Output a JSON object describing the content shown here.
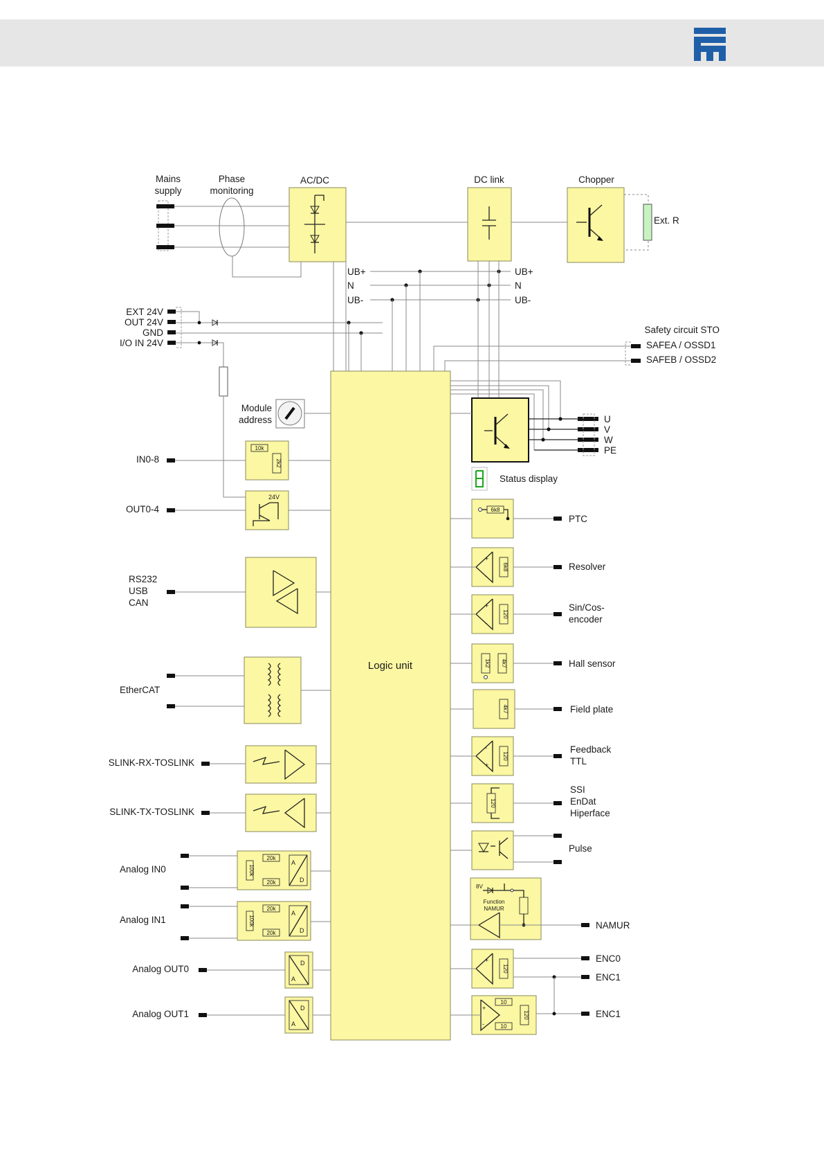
{
  "header": {
    "logo_icon": "company-logo-icon",
    "background": "#e6e6e6",
    "logo_color": "#1f5fa8"
  },
  "colors": {
    "block_fill": "#fbf7a2",
    "resistor_green": "#c9f2c1",
    "status_green": "#18a818"
  },
  "top": {
    "mains_supply": [
      "Mains",
      "supply"
    ],
    "phase_monitoring": [
      "Phase",
      "monitoring"
    ],
    "acdc": "AC/DC",
    "dc_link": "DC link",
    "chopper": "Chopper",
    "ext_r": "Ext. R"
  },
  "bus": {
    "ub_plus": "UB+",
    "n": "N",
    "ub_minus": "UB-",
    "ub_plus_r": "UB+",
    "n_r": "N",
    "ub_minus_r": "UB-"
  },
  "power_io": {
    "ext24": "EXT 24V",
    "out24": "OUT 24V",
    "gnd": "GND",
    "ioin24": "I/O IN 24V"
  },
  "safety": {
    "title": "Safety circuit STO",
    "safea": "SAFEA / OSSD1",
    "safeb": "SAFEB / OSSD2"
  },
  "module_address": [
    "Module",
    "address"
  ],
  "logic_unit": "Logic unit",
  "left_io": {
    "in08": "IN0-8",
    "in_r1": "10k",
    "in_r2": "2k2",
    "out04": "OUT0-4",
    "out_v": "24V",
    "rs232": "RS232",
    "usb": "USB",
    "can": "CAN",
    "ethercat": "EtherCAT",
    "slink_rx": "SLINK-RX-TOSLINK",
    "slink_tx": "SLINK-TX-TOSLINK",
    "ain0": "Analog IN0",
    "ain1": "Analog IN1",
    "ain_r1": "20k",
    "ain_r2": "20k",
    "ain_r3": "100k",
    "aout0": "Analog OUT0",
    "aout1": "Analog OUT1",
    "adc_a": "A",
    "adc_d": "D"
  },
  "motor": {
    "u": "U",
    "v": "V",
    "w": "W",
    "pe": "PE"
  },
  "status_display": "Status display",
  "right_io": {
    "ptc": "PTC",
    "ptc_r": "6k8",
    "resolver": "Resolver",
    "resolver_r": "6k8",
    "sincos": [
      "Sin/Cos-",
      "encoder"
    ],
    "sincos_r": "120",
    "hall": "Hall sensor",
    "hall_r1": "1k2",
    "hall_r2": "4k7",
    "field": "Field plate",
    "field_r": "4k7",
    "feedback": [
      "Feedback",
      "TTL"
    ],
    "feedback_r": "120",
    "ssi": [
      "SSI",
      "EnDat",
      "Hiperface"
    ],
    "ssi_r": "120",
    "pulse": "Pulse",
    "namur": "NAMUR",
    "namur_8v": "8V",
    "namur_func": [
      "Function",
      "NAMUR"
    ],
    "enc0": "ENC0",
    "enc1a": "ENC1",
    "enc1_r": "120",
    "enc1b": "ENC1",
    "enc1b_r1": "10",
    "enc1b_r2": "10",
    "enc1b_r3": "120"
  }
}
